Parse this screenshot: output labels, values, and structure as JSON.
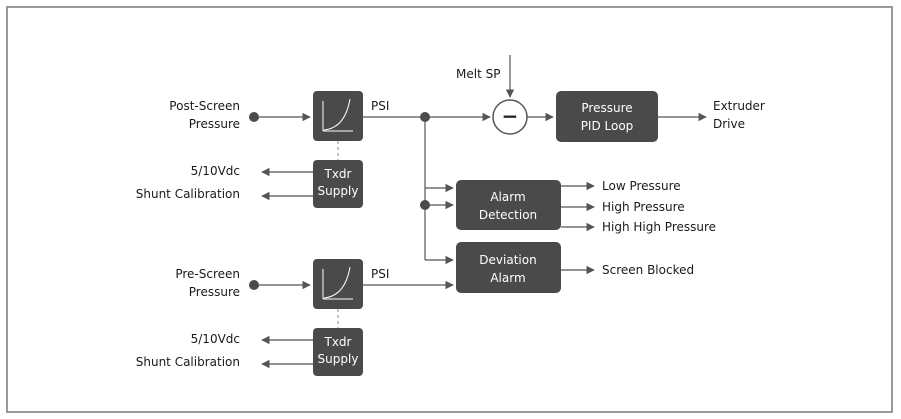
{
  "diagram": {
    "inputs": {
      "post_screen_line1": "Post-Screen",
      "post_screen_line2": "Pressure",
      "pre_screen_line1": "Pre-Screen",
      "pre_screen_line2": "Pressure",
      "melt_sp": "Melt SP"
    },
    "psi_top": "PSI",
    "psi_bottom": "PSI",
    "txdr_top": {
      "line1": "Txdr",
      "line2": "Supply"
    },
    "txdr_bottom": {
      "line1": "Txdr",
      "line2": "Supply"
    },
    "outputs_top": {
      "vdc": "5/10Vdc",
      "shunt": "Shunt Calibration"
    },
    "outputs_bottom": {
      "vdc": "5/10Vdc",
      "shunt": "Shunt Calibration"
    },
    "pid": {
      "line1": "Pressure",
      "line2": "PID Loop"
    },
    "extruder": {
      "line1": "Extruder",
      "line2": "Drive"
    },
    "alarm": {
      "line1": "Alarm",
      "line2": "Detection",
      "low": "Low Pressure",
      "high": "High Pressure",
      "high_high": "High High Pressure"
    },
    "deviation": {
      "line1": "Deviation",
      "line2": "Alarm",
      "output": "Screen Blocked"
    },
    "summing_symbol": "−"
  },
  "colors": {
    "block": "#4a4a4a",
    "wire": "#555555",
    "border": "#9a9a9a"
  }
}
